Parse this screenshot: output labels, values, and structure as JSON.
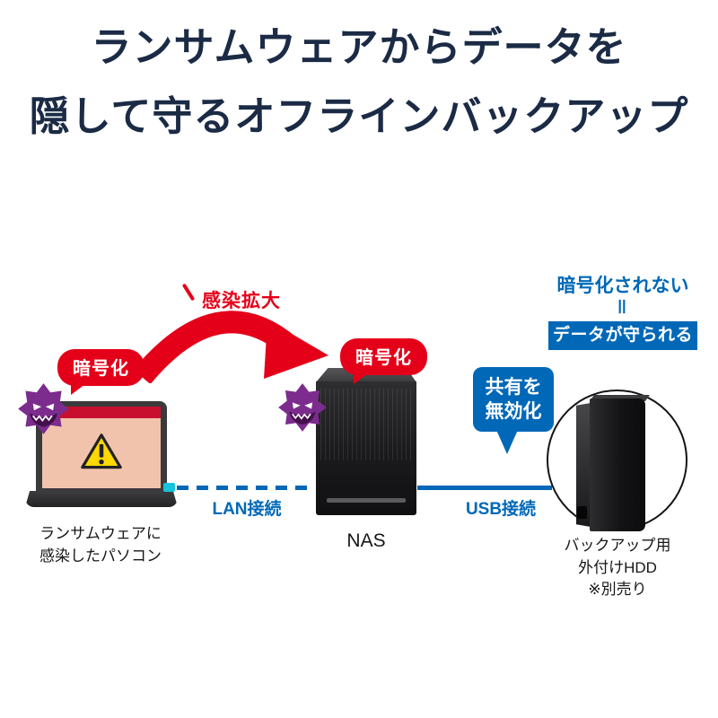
{
  "title": {
    "line1": "ランサムウェアからデータを",
    "line2": "隠して守るオフラインバックアップ"
  },
  "badges": {
    "pc_encrypt": "暗号化",
    "nas_encrypt": "暗号化"
  },
  "arrow": {
    "label": "感染拡大"
  },
  "connections": {
    "lan": "LAN接続",
    "usb": "USB接続"
  },
  "captions": {
    "pc_line1": "ランサムウェアに",
    "pc_line2": "感染したパソコン",
    "nas": "NAS",
    "hdd_line1": "バックアップ用",
    "hdd_line2": "外付けHDD",
    "hdd_line3": "※別売り"
  },
  "protection": {
    "not_encrypted": "暗号化されない",
    "equals": "＝",
    "protected_box": "データが守られる",
    "bubble_line1": "共有を",
    "bubble_line2": "無効化"
  },
  "icons": {
    "virus": "evil-grin-virus-face",
    "warning": "warning-triangle-exclamation"
  },
  "colors": {
    "title": "#1b2b45",
    "red": "#e50019",
    "blue": "#0068b7",
    "purple": "#7b2c8d",
    "screen_alert_bg": "#f2c3ac",
    "screen_alert_bar": "#c8102e",
    "cyan_connector": "#17c3dc"
  }
}
